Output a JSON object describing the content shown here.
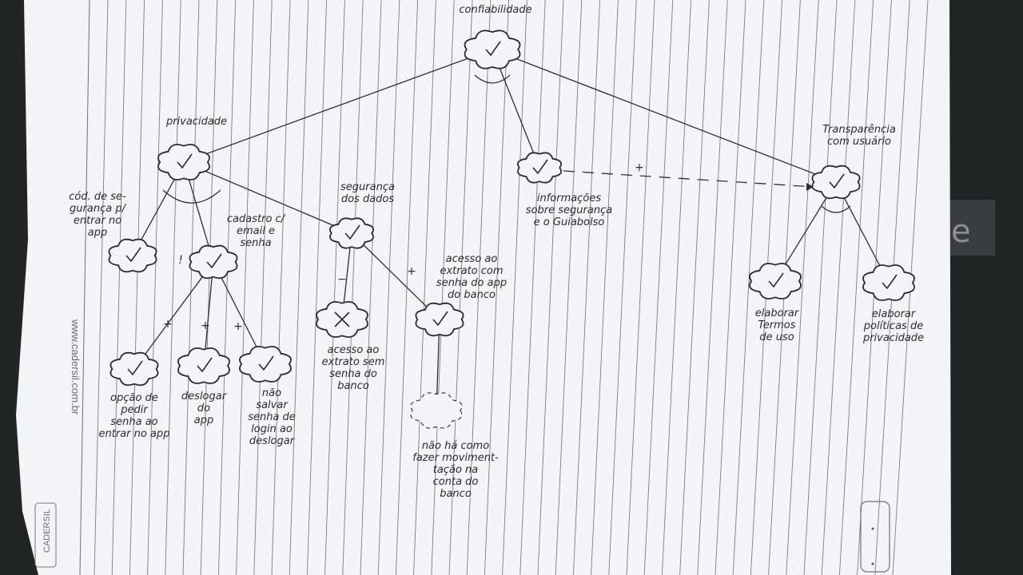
{
  "paper": {
    "side_text": "www.cadersil.com.br",
    "brand_text": "CADERSIL"
  },
  "nodes": [
    {
      "id": "confiabilidade",
      "label_lines": [
        "confiabilidade"
      ],
      "mark": "check"
    },
    {
      "id": "privacidade",
      "label_lines": [
        "privacidade"
      ],
      "mark": "check"
    },
    {
      "id": "transparencia",
      "label_lines": [
        "Transparência",
        "com usuário"
      ],
      "mark": "check"
    },
    {
      "id": "informacoes",
      "label_lines": [
        "informações",
        "sobre segurança",
        "e o Guiabolso"
      ],
      "mark": "check"
    },
    {
      "id": "cod-seguranca",
      "label_lines": [
        "cód. de se-",
        "gurança p/",
        "entrar no",
        "app"
      ],
      "mark": "check"
    },
    {
      "id": "cadastro-email",
      "label_lines": [
        "cadastro c/",
        "email e",
        "senha"
      ],
      "mark": "check"
    },
    {
      "id": "seguranca-dados",
      "label_lines": [
        "segurança",
        "dos dados"
      ],
      "mark": "check"
    },
    {
      "id": "acesso-extrato-sem",
      "label_lines": [
        "acesso ao",
        "extrato sem",
        "senha do",
        "banco"
      ],
      "mark": "cross"
    },
    {
      "id": "acesso-extrato-com",
      "label_lines": [
        "acesso ao",
        "extrato com",
        "senha do app",
        "do banco"
      ],
      "mark": "check"
    },
    {
      "id": "opcao-pedir-senha",
      "label_lines": [
        "opção de",
        "pedir",
        "senha ao",
        "entrar no app"
      ],
      "mark": "check"
    },
    {
      "id": "deslogar",
      "label_lines": [
        "deslogar",
        "do",
        "app"
      ],
      "mark": "check"
    },
    {
      "id": "nao-salvar",
      "label_lines": [
        "não",
        "salvar",
        "senha de",
        "login ao",
        "deslogar"
      ],
      "mark": "check"
    },
    {
      "id": "nao-movimentacao",
      "label_lines": [
        "não há como",
        "fazer moviment-",
        "tação na",
        "conta do",
        "banco"
      ],
      "mark": "none"
    },
    {
      "id": "termos-uso",
      "label_lines": [
        "elaborar",
        "Termos",
        "de uso"
      ],
      "mark": "check"
    },
    {
      "id": "politicas",
      "label_lines": [
        "elaborar",
        "políticas de",
        "privacidade"
      ],
      "mark": "check"
    }
  ],
  "link_marks": [
    "!",
    "+",
    "+",
    "+",
    "−",
    "+",
    "+"
  ]
}
